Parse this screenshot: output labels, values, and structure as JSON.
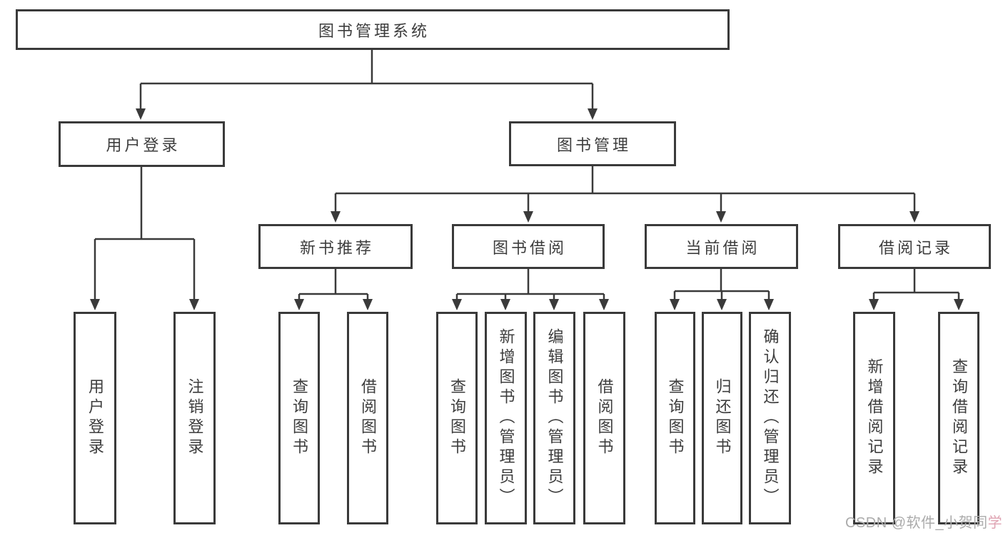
{
  "tree": {
    "root": {
      "label": "图书管理系统",
      "children": [
        {
          "label": "用户登录",
          "children": [
            {
              "label": "用户登录"
            },
            {
              "label": "注销登录"
            }
          ]
        },
        {
          "label": "图书管理",
          "children": [
            {
              "label": "新书推荐",
              "children": [
                {
                  "label": "查询图书"
                },
                {
                  "label": "借阅图书"
                }
              ]
            },
            {
              "label": "图书借阅",
              "children": [
                {
                  "label": "查询图书"
                },
                {
                  "label": "新增图书（管理员）"
                },
                {
                  "label": "编辑图书（管理员）"
                },
                {
                  "label": "借阅图书"
                }
              ]
            },
            {
              "label": "当前借阅",
              "children": [
                {
                  "label": "查询图书"
                },
                {
                  "label": "归还图书"
                },
                {
                  "label": "确认归还（管理员）"
                }
              ]
            },
            {
              "label": "借阅记录",
              "children": [
                {
                  "label": "新增借阅记录"
                },
                {
                  "label": "查询借阅记录"
                }
              ]
            }
          ]
        }
      ]
    }
  },
  "watermark": {
    "text_main": "CSDN @软件_小贺同",
    "text_accent": "学"
  },
  "colors": {
    "line": "#3a3a3a",
    "box_border": "#3a3a3a",
    "text": "#3d3d3d",
    "background": "#ffffff",
    "watermark": "#ababab",
    "watermark_accent": "#dfa3b2"
  }
}
